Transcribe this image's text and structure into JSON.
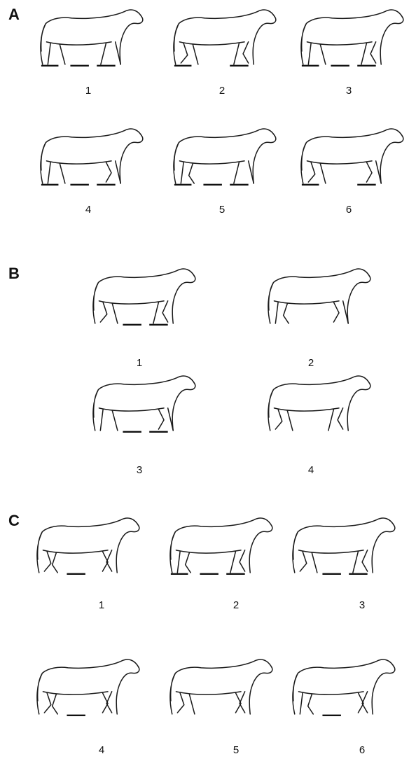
{
  "panels": [
    {
      "letter": "A",
      "frames": [
        {
          "num": "1",
          "legs": [
            0,
            0,
            0,
            0
          ],
          "ground": [
            1,
            1,
            1
          ]
        },
        {
          "num": "2",
          "legs": [
            1,
            0,
            0,
            1
          ],
          "ground": [
            1,
            0,
            1
          ]
        },
        {
          "num": "3",
          "legs": [
            0,
            0,
            0,
            1
          ],
          "ground": [
            1,
            1,
            1
          ]
        },
        {
          "num": "4",
          "legs": [
            0,
            0,
            1,
            0
          ],
          "ground": [
            1,
            1,
            1
          ]
        },
        {
          "num": "5",
          "legs": [
            0,
            1,
            0,
            0
          ],
          "ground": [
            1,
            1,
            1
          ]
        },
        {
          "num": "6",
          "legs": [
            1,
            0,
            1,
            0
          ],
          "ground": [
            1,
            0,
            1
          ]
        }
      ]
    },
    {
      "letter": "B",
      "frames": [
        {
          "num": "1",
          "legs": [
            1,
            0,
            0,
            1
          ],
          "ground": [
            0,
            1,
            1
          ]
        },
        {
          "num": "2",
          "legs": [
            0,
            1,
            1,
            0
          ],
          "ground": [
            0,
            0,
            0
          ]
        },
        {
          "num": "3",
          "legs": [
            0,
            0,
            1,
            0
          ],
          "ground": [
            0,
            1,
            1
          ]
        },
        {
          "num": "4",
          "legs": [
            1,
            0,
            0,
            1
          ],
          "ground": [
            0,
            0,
            0
          ]
        }
      ]
    },
    {
      "letter": "C",
      "frames": [
        {
          "num": "1",
          "legs": [
            1,
            1,
            1,
            1
          ],
          "ground": [
            0,
            1,
            0
          ]
        },
        {
          "num": "2",
          "legs": [
            0,
            1,
            0,
            1
          ],
          "ground": [
            1,
            1,
            1
          ]
        },
        {
          "num": "3",
          "legs": [
            1,
            0,
            0,
            1
          ],
          "ground": [
            0,
            1,
            1
          ]
        },
        {
          "num": "4",
          "legs": [
            1,
            1,
            1,
            1
          ],
          "ground": [
            0,
            1,
            0
          ]
        },
        {
          "num": "5",
          "legs": [
            1,
            0,
            1,
            1
          ],
          "ground": [
            0,
            0,
            0
          ]
        },
        {
          "num": "6",
          "legs": [
            0,
            1,
            1,
            1
          ],
          "ground": [
            0,
            1,
            0
          ]
        }
      ]
    }
  ]
}
